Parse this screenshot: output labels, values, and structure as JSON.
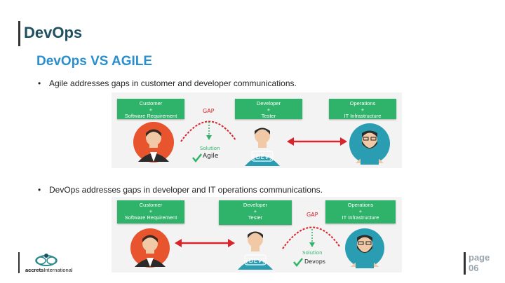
{
  "header": {
    "title": "DevOps"
  },
  "subtitle": "DevOps VS AGILE",
  "bullets": [
    "Agile addresses gaps in customer and developer communications.",
    "DevOps addresses gaps in developer and IT operations communications."
  ],
  "diagram1": {
    "customer_box": [
      "Customer",
      "+",
      "Software Requirement"
    ],
    "developer_box": [
      "Developer",
      "+",
      "Tester"
    ],
    "operations_box": [
      "Operations",
      "+",
      "IT Infrastructure"
    ],
    "gap_label": "GAP",
    "solution_label": "Solution",
    "solution_name": "Agile",
    "dev_badge": "{DEV}"
  },
  "diagram2": {
    "customer_box": [
      "Customer",
      "+",
      "Software Requirement"
    ],
    "developer_box": [
      "Developer",
      "+",
      "Tester"
    ],
    "operations_box": [
      "Operations",
      "+",
      "IT Infrastructure"
    ],
    "gap_label": "GAP",
    "solution_label": "Solution",
    "solution_name": "Devops",
    "dev_badge": "{DEV}"
  },
  "footer": {
    "logo_brand": "accrets",
    "logo_suffix": "International",
    "page_word": "page",
    "page_number": "06"
  },
  "colors": {
    "title": "#1f5060",
    "subtitle": "#2a8fcc",
    "box_green": "#2fb36a",
    "gap_red": "#d8242a",
    "avatar_orange": "#e8542e",
    "avatar_teal": "#2a9db3"
  }
}
